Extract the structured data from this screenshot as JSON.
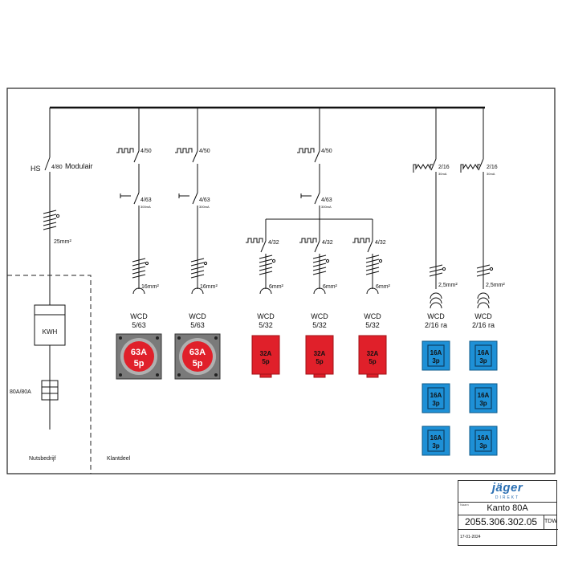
{
  "main_switch": {
    "label": "HS",
    "rating": "4/80",
    "note": "Modulair"
  },
  "main_cable": "25mm²",
  "kwh": "KWH",
  "main_fuse": "80A/80A",
  "zones": {
    "left": "Nutsbedrijf",
    "right": "Klantdeel"
  },
  "groups": [
    {
      "breaker": "4/50",
      "rcd": "4/63",
      "rcd_sens": "300mA",
      "cable": "16mm²",
      "device": "WCD",
      "device_rating": "5/63",
      "socket_amp": "63A",
      "socket_pole": "5p"
    },
    {
      "breaker": "4/50",
      "rcd": "4/63",
      "rcd_sens": "300mA",
      "cable": "16mm²",
      "device": "WCD",
      "device_rating": "5/63",
      "socket_amp": "63A",
      "socket_pole": "5p"
    },
    {
      "breaker": "4/50",
      "rcd": "4/63",
      "rcd_sens": "300mA",
      "branches": [
        {
          "breaker": "4/32",
          "cable": "6mm²",
          "device": "WCD",
          "device_rating": "5/32",
          "socket_amp": "32A",
          "socket_pole": "5p"
        },
        {
          "breaker": "4/32",
          "cable": "6mm²",
          "device": "WCD",
          "device_rating": "5/32",
          "socket_amp": "32A",
          "socket_pole": "5p"
        },
        {
          "breaker": "4/32",
          "cable": "6mm²",
          "device": "WCD",
          "device_rating": "5/32",
          "socket_amp": "32A",
          "socket_pole": "5p"
        }
      ]
    },
    {
      "breaker": "2/16",
      "rcd_sens": "30mA",
      "cable": "2,5mm²",
      "device": "WCD",
      "device_rating": "2/16 ra",
      "socket_amp": "16A",
      "socket_pole": "3p"
    },
    {
      "breaker": "2/16",
      "rcd_sens": "30mA",
      "cable": "2,5mm²",
      "device": "WCD",
      "device_rating": "2/16 ra",
      "socket_amp": "16A",
      "socket_pole": "3p"
    }
  ],
  "title_block": {
    "brand": "jäger",
    "brand_sub": "DIREKT",
    "field_label": "Naam",
    "name": "Kanto 80A",
    "code": "2055.306.302.05",
    "initials": "TDW",
    "date": "17-01-2024"
  },
  "colors": {
    "socket_red": "#e0202a",
    "socket_blue": "#1e90d6",
    "socket_grey": "#7a7a7a"
  }
}
